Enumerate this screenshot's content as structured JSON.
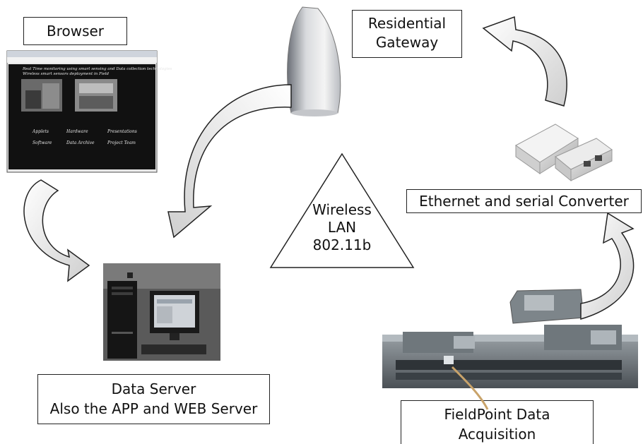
{
  "labels": {
    "browser": "Browser",
    "gateway": [
      "Residential",
      "Gateway"
    ],
    "converter": "Ethernet and serial Converter",
    "data_server": [
      "Data Server",
      "Also the APP and WEB Server"
    ],
    "fieldpoint": [
      "FieldPoint Data",
      "Acquisition"
    ],
    "wireless": [
      "Wireless",
      "LAN",
      "802.11b"
    ]
  },
  "browser_screen": {
    "heading": [
      "Real Time monitoring using smart sensing and Data collection technologies",
      "Wireless smart sensors deployment in Field"
    ],
    "links_row1": [
      "Applets",
      "Hardware",
      "Presentations"
    ],
    "links_row2": [
      "Software",
      "Data Archive",
      "Project Team"
    ]
  },
  "colors": {
    "arrow_fill_light": "#ffffff",
    "arrow_fill_dark": "#d0d0d0",
    "outline": "#222222",
    "screen_bg": "#111111"
  }
}
